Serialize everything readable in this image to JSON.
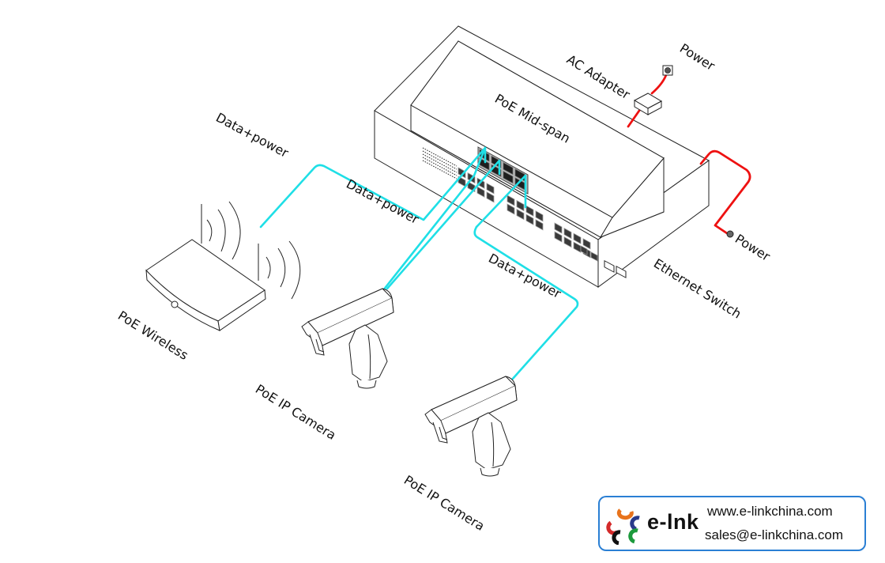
{
  "diagram": {
    "title": "PoE Mid-span network topology",
    "devices": {
      "midspan": {
        "label": "PoE Mid-span"
      },
      "switch": {
        "label": "Ethernet Switch"
      },
      "ac_adapter": {
        "label": "AC Adapter"
      },
      "wireless": {
        "label": "PoE Wireless"
      },
      "camera1": {
        "label": "PoE IP Camera"
      },
      "camera2": {
        "label": "PoE IP Camera"
      }
    },
    "links": [
      {
        "from": "midspan",
        "to": "wireless",
        "label": "Data+power"
      },
      {
        "from": "midspan",
        "to": "camera1",
        "label": "Data+power"
      },
      {
        "from": "midspan",
        "to": "camera2",
        "label": "Data+power"
      }
    ],
    "power_labels": {
      "adapter_power": "Power",
      "switch_power": "Power"
    },
    "colors": {
      "data_power_cable": "#1fdfe6",
      "power_cable": "#ee1111",
      "brand_border": "#2a7fd4"
    }
  },
  "branding": {
    "name": "e-lnk",
    "website": "www.e-linkchina.com",
    "email": "sales@e-linkchina.com",
    "logo_colors": [
      "#e8731c",
      "#d42a2a",
      "#2a3a8a",
      "#111111",
      "#1c9a3c"
    ]
  }
}
